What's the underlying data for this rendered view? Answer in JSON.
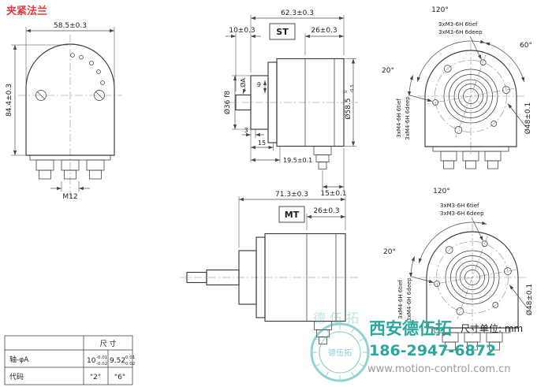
{
  "page": {
    "title": "夹紧法兰",
    "unit_note": "尺寸单位: mm",
    "colors": {
      "title_red": "#e23b3b",
      "drawing_line": "#3b3b3b",
      "watermark_teal": "#2aa79f",
      "watermark_gray": "#9b9b9b"
    }
  },
  "front_view": {
    "dim_width": "58.5±0.3",
    "dim_height": "84.4±0.3",
    "connector_thread": "M12"
  },
  "side_view_st": {
    "variant_label": "ST",
    "dim_total_length": "62.3±0.3",
    "dim_shaft_length": "10±0.3",
    "dim_rear_section": "26±0.3",
    "dim_collar_dia": "Ø36 f8",
    "dim_shaft_dia": "ØA",
    "dim_flat": "9",
    "dim_step": "3",
    "dim_collar_depth": "15",
    "dim_groove": "19.5±0.1",
    "body_dia": "Ø58.5",
    "body_dia_tol_upper": "0",
    "body_dia_tol_lower": "-0.5",
    "dim_connector_offset": "15±0.1"
  },
  "side_view_mt": {
    "variant_label": "MT",
    "dim_total_length": "71.3±0.3",
    "dim_rear_section": "26±0.3"
  },
  "rear_view_st": {
    "angle_pattern": "120°",
    "angle_between": "60°",
    "angle_offset": "20°",
    "thread_note_de": "3xM3-6H 6tief",
    "thread_note_en": "3xM3-6H 6deep",
    "side_thread_note_de": "3xM4-6H 6tief",
    "side_thread_note_en": "3xM4-6H 6deep",
    "bolt_circle_dia": "Ø48±0.1"
  },
  "rear_view_mt": {
    "angle_pattern": "120°",
    "angle_offset": "20°",
    "thread_note_de": "3xM3-6H 6tief",
    "thread_note_en": "3xM3-6H 6deep",
    "side_thread_note_de": "3xM4-6H 6tief",
    "side_thread_note_en": "3xM4-6H 6deep",
    "bolt_circle_dia": "Ø48±0.1"
  },
  "spec_table": {
    "header": "尺 寸",
    "shaft_row_label": "轴-φA",
    "shaft_option1": "10",
    "shaft_option1_tol_upper": "-0.01",
    "shaft_option1_tol_lower": "-0.02",
    "shaft_option2": "9.52",
    "shaft_option2_tol_upper": "-0.01",
    "shaft_option2_tol_lower": "-0.02",
    "code_row_label": "代码",
    "code_option1": "\"2\"",
    "code_option2": "\"6\""
  },
  "watermark": {
    "brand": "西安德伍拓",
    "phone": "186-2947-6872",
    "website": "www.motion-control.com.cn",
    "stamp_text": "德伍拓",
    "faint_text": "德 伍 拓"
  }
}
